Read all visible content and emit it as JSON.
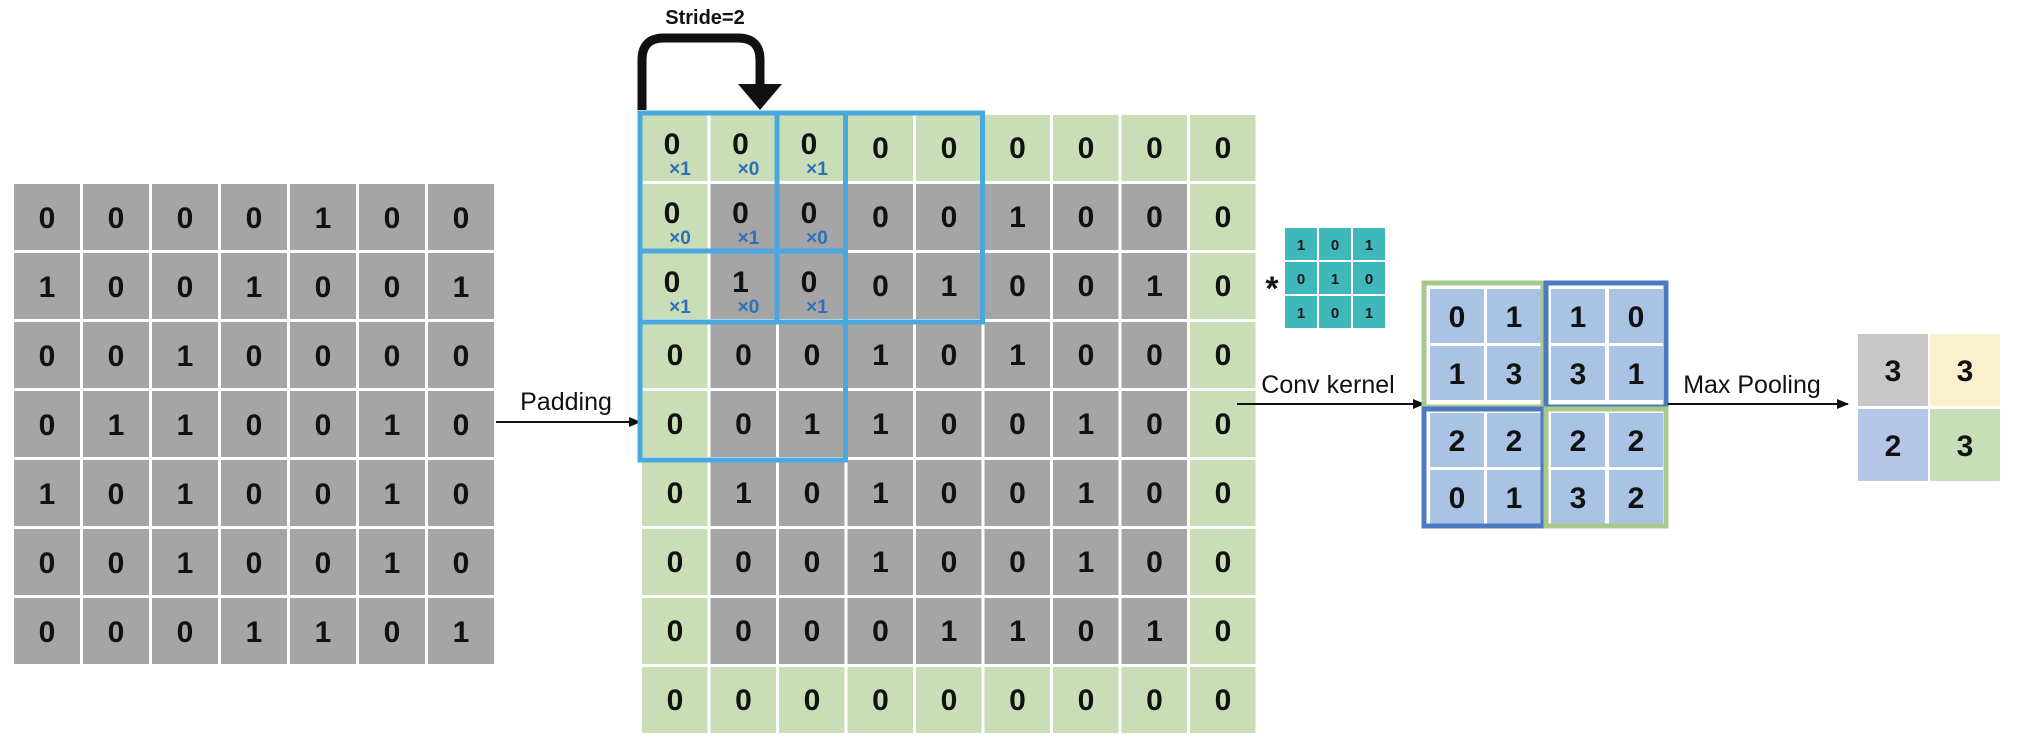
{
  "labels": {
    "stride": "Stride=2",
    "padding": "Padding",
    "conv_kernel": "Conv kernel",
    "max_pooling": "Max Pooling",
    "convolution_symbol": "*",
    "multiplier_prefix": "×"
  },
  "colors": {
    "gray_cell": "#a6a5a5",
    "green_cell": "#c9deb6",
    "blue_frame": "#4aa8e0",
    "teal_kernel": "#3fb8bc",
    "feature_blue": "#a9c3e4",
    "feature_green_frame": "#a9c98c",
    "feature_blue_frame": "#4c7ac0",
    "pool_gray": "#c8c8c8",
    "pool_yellow": "#fbf1cf",
    "pool_blue": "#b5c6e6",
    "pool_green": "#c7dfb7"
  },
  "input_matrix": [
    [
      0,
      0,
      0,
      0,
      1,
      0,
      0
    ],
    [
      1,
      0,
      0,
      1,
      0,
      0,
      1
    ],
    [
      0,
      0,
      1,
      0,
      0,
      0,
      0
    ],
    [
      0,
      1,
      1,
      0,
      0,
      1,
      0
    ],
    [
      1,
      0,
      1,
      0,
      0,
      1,
      0
    ],
    [
      0,
      0,
      1,
      0,
      0,
      1,
      0
    ],
    [
      0,
      0,
      0,
      1,
      1,
      0,
      1
    ]
  ],
  "padded_matrix": [
    [
      0,
      0,
      0,
      0,
      0,
      0,
      0,
      0,
      0
    ],
    [
      0,
      0,
      0,
      0,
      0,
      1,
      0,
      0,
      0
    ],
    [
      0,
      1,
      0,
      0,
      1,
      0,
      0,
      1,
      0
    ],
    [
      0,
      0,
      0,
      1,
      0,
      1,
      0,
      0,
      0
    ],
    [
      0,
      0,
      1,
      1,
      0,
      0,
      1,
      0,
      0
    ],
    [
      0,
      1,
      0,
      1,
      0,
      0,
      1,
      0,
      0
    ],
    [
      0,
      0,
      0,
      1,
      0,
      0,
      1,
      0,
      0
    ],
    [
      0,
      0,
      0,
      0,
      1,
      1,
      0,
      1,
      0
    ],
    [
      0,
      0,
      0,
      0,
      0,
      0,
      0,
      0,
      0
    ]
  ],
  "kernel_matrix": [
    [
      1,
      0,
      1
    ],
    [
      0,
      1,
      0
    ],
    [
      1,
      0,
      1
    ]
  ],
  "feature_map": [
    [
      0,
      1,
      1,
      0
    ],
    [
      1,
      3,
      3,
      1
    ],
    [
      2,
      2,
      2,
      2
    ],
    [
      0,
      1,
      3,
      2
    ]
  ],
  "pooled_output": [
    [
      3,
      3
    ],
    [
      2,
      3
    ]
  ]
}
